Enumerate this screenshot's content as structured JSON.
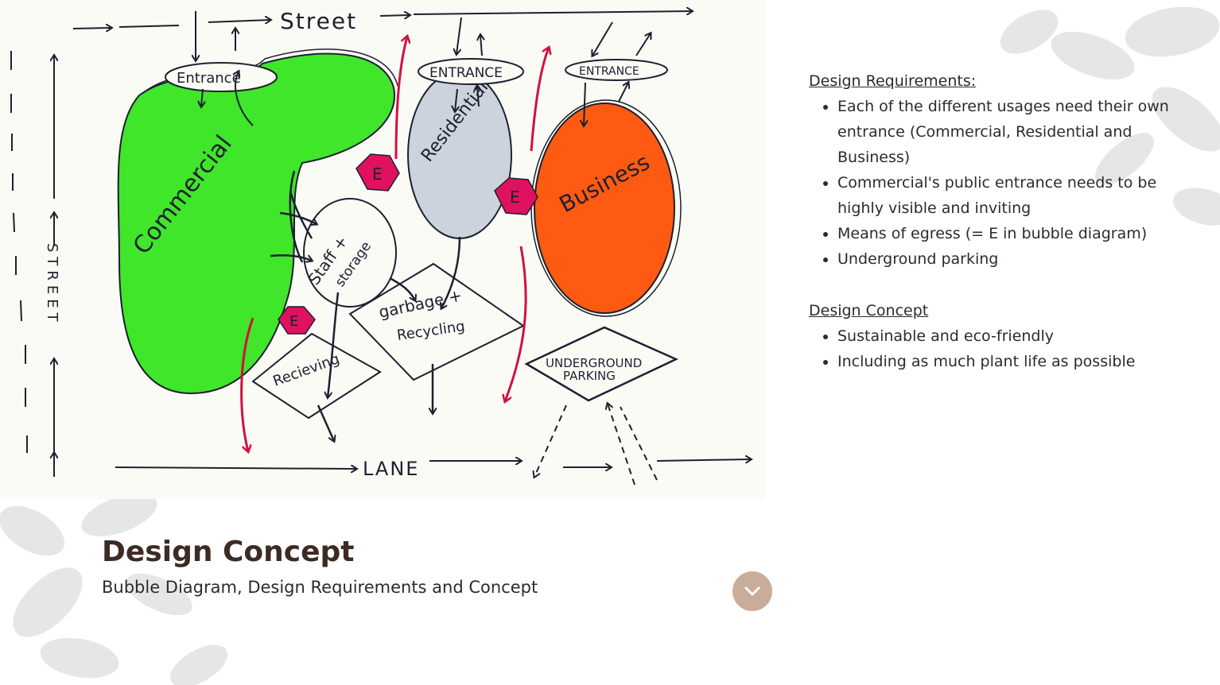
{
  "diagram": {
    "labels": {
      "street_top": "Street",
      "street_side": "STREET",
      "lane": "LANE",
      "entrance_commercial": "Entrance",
      "entrance_residential": "ENTRANCE",
      "entrance_business": "ENTRANCE",
      "commercial": "Commercial",
      "residential": "Residential",
      "business": "Business",
      "staff_storage_1": "Staff +",
      "staff_storage_2": "storage",
      "garbage_1": "garbage +",
      "garbage_2": "Recycling",
      "receiving": "Recieving",
      "underground_1": "UNDERGROUND",
      "underground_2": "PARKING",
      "egress": "E"
    },
    "colors": {
      "commercial": "#3fe62a",
      "residential": "#cdd3dd",
      "business": "#ff5a12",
      "egress": "#e0115f",
      "arrows_red": "#d1103e",
      "ink": "#1d2030"
    }
  },
  "requirements": {
    "heading": "Design Requirements:",
    "items": [
      "Each of the different usages need their own entrance (Commercial, Residential and Business)",
      "Commercial's public entrance needs to be highly visible and inviting",
      "Means of egress (= E in bubble diagram)",
      "Underground parking"
    ]
  },
  "concept": {
    "heading": "Design Concept",
    "items": [
      "Sustainable and eco-friendly",
      "Including as much plant life as possible"
    ]
  },
  "title": "Design Concept",
  "subtitle": "Bubble Diagram, Design Requirements and Concept",
  "scroll_button": {
    "icon": "chevron-down-icon",
    "color": "#c9ad9b"
  }
}
